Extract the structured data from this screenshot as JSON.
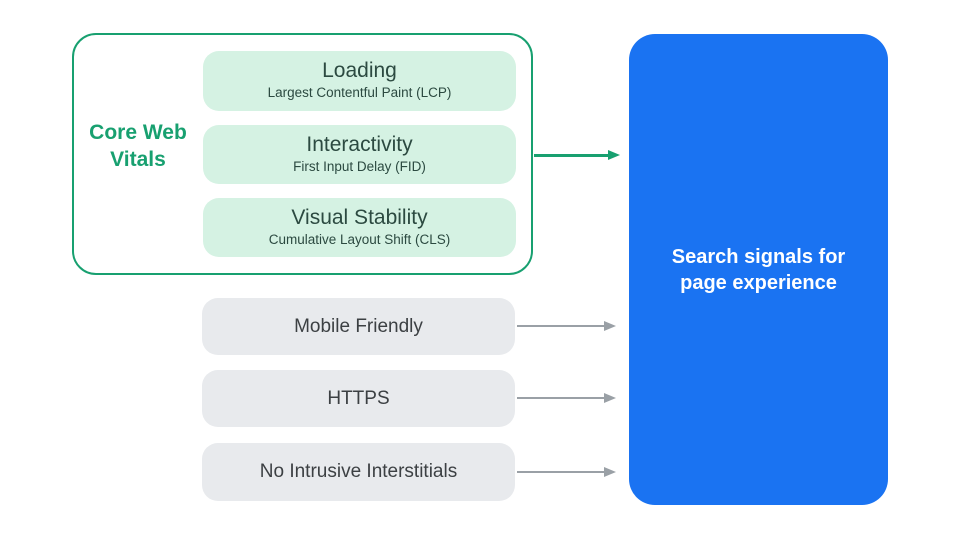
{
  "colors": {
    "green_accent": "#18a070",
    "mint_fill": "#d5f2e3",
    "metric_text": "#2c4a41",
    "blue_fill": "#1a73f2",
    "gray_fill": "#e8eaed",
    "gray_text": "#3c4043",
    "arrow_gray": "#9aa0a6",
    "result_text": "#ffffff",
    "background": "#ffffff"
  },
  "core_web_vitals": {
    "label": "Core Web Vitals",
    "items": [
      {
        "title": "Loading",
        "subtitle": "Largest Contentful Paint (LCP)"
      },
      {
        "title": "Interactivity",
        "subtitle": "First Input Delay (FID)"
      },
      {
        "title": "Visual Stability",
        "subtitle": "Cumulative Layout Shift (CLS)"
      }
    ]
  },
  "other_signals": [
    {
      "label": "Mobile Friendly"
    },
    {
      "label": "HTTPS"
    },
    {
      "label": "No Intrusive Interstitials"
    }
  ],
  "result_box": {
    "label": "Search signals for page experience"
  }
}
